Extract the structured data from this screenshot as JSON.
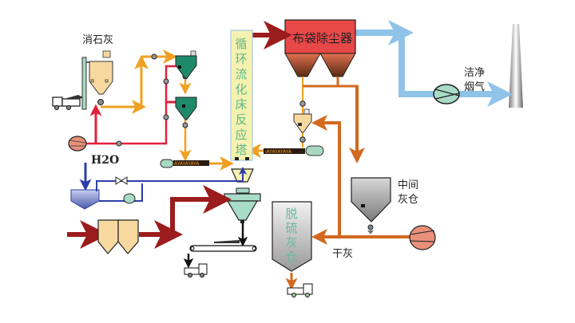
{
  "diagram": {
    "title": "Circulating fluidized bed desulfurization process flow",
    "labels": {
      "slaked_lime": "消石灰",
      "bag_filter": "布袋除尘器",
      "cfb_reactor": [
        "循",
        "环",
        "流",
        "化",
        "床",
        "反",
        "应",
        "塔"
      ],
      "clean_flue_gas_line1": "洁净",
      "clean_flue_gas_line2": "烟气",
      "water": "H2O",
      "intermediate_ash_bin_line1": "中间",
      "intermediate_ash_bin_line2": "灰仓",
      "desulfurization_ash_bin": [
        "脱",
        "硫",
        "灰",
        "仓"
      ],
      "dry_ash": "干灰"
    },
    "colors": {
      "flue_gas_dark_red": "#9b1c1c",
      "lime_orange": "#f0a020",
      "recycle_ash_brown": "#d2691e",
      "clean_gas_blue": "#8fc3ea",
      "water_blue": "#2c3ea8",
      "air_red": "#e0203c",
      "bag_filter_red": "#e84848",
      "reactor_yellow": "#f5f2b0",
      "silo_tan": "#f7d9a0",
      "hopper_green": "#1f8a6a",
      "bin_gray": "#8c8c8c"
    }
  }
}
